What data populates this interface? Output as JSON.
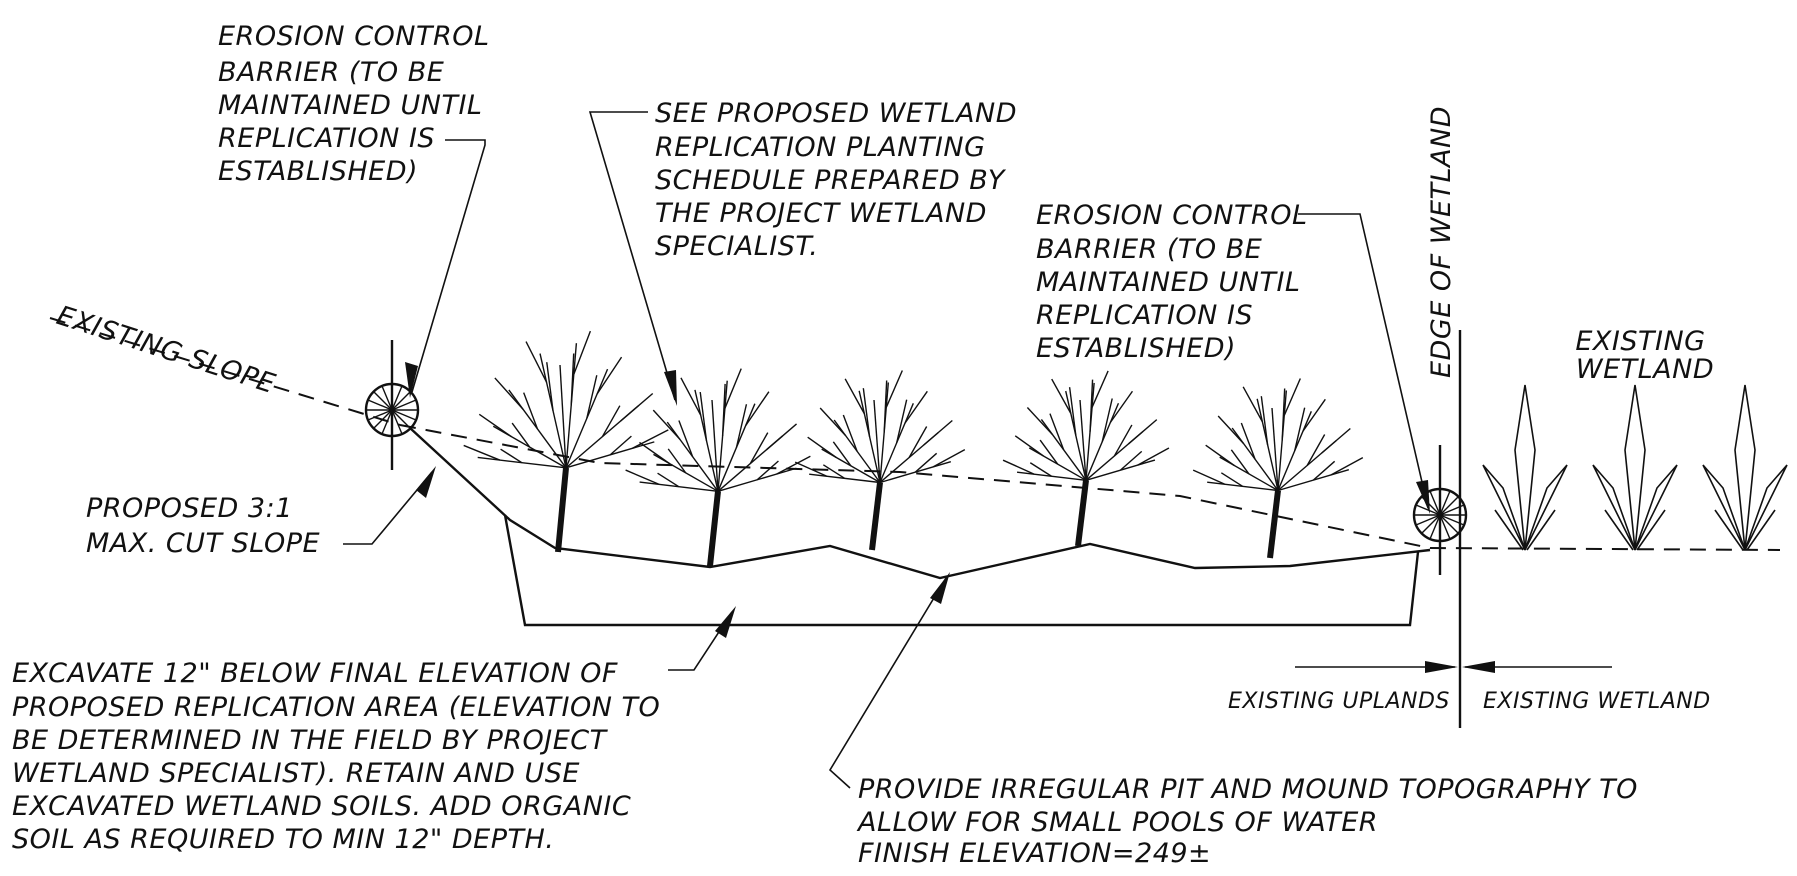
{
  "labels": {
    "erosion_left": [
      "EROSION CONTROL",
      "BARRIER (TO BE",
      "MAINTAINED UNTIL",
      "REPLICATION IS",
      "ESTABLISHED)"
    ],
    "planting": [
      "SEE PROPOSED WETLAND",
      "REPLICATION PLANTING",
      "SCHEDULE PREPARED BY",
      "THE PROJECT WETLAND",
      "SPECIALIST."
    ],
    "erosion_right": [
      "EROSION CONTROL",
      "BARRIER (TO BE",
      "MAINTAINED UNTIL",
      "REPLICATION IS",
      "ESTABLISHED)"
    ],
    "edge_of_wetland": "EDGE OF WETLAND",
    "existing_wetland_top": [
      "EXISTING",
      "WETLAND"
    ],
    "existing_slope": "EXISTING SLOPE",
    "cut_slope": [
      "PROPOSED 3:1",
      "MAX. CUT SLOPE"
    ],
    "existing_uplands": "EXISTING UPLANDS",
    "existing_wetland_bottom": "EXISTING WETLAND",
    "excavate": [
      "EXCAVATE 12\" BELOW FINAL ELEVATION OF",
      "PROPOSED REPLICATION AREA (ELEVATION TO",
      "BE DETERMINED IN THE FIELD BY PROJECT",
      "WETLAND SPECIALIST). RETAIN AND USE",
      "EXCAVATED WETLAND SOILS. ADD ORGANIC",
      "SOIL AS REQUIRED TO MIN 12\" DEPTH."
    ],
    "topography": [
      "PROVIDE IRREGULAR PIT AND MOUND TOPOGRAPHY TO",
      "ALLOW FOR SMALL POOLS OF WATER",
      "FINISH ELEVATION=249±"
    ]
  },
  "icons": {
    "tree": "deciduous-tree-icon",
    "wetland_plant": "wetland-plant-icon",
    "barrier": "erosion-barrier-icon"
  },
  "colors": {
    "ink": "#111111",
    "background": "#ffffff"
  }
}
